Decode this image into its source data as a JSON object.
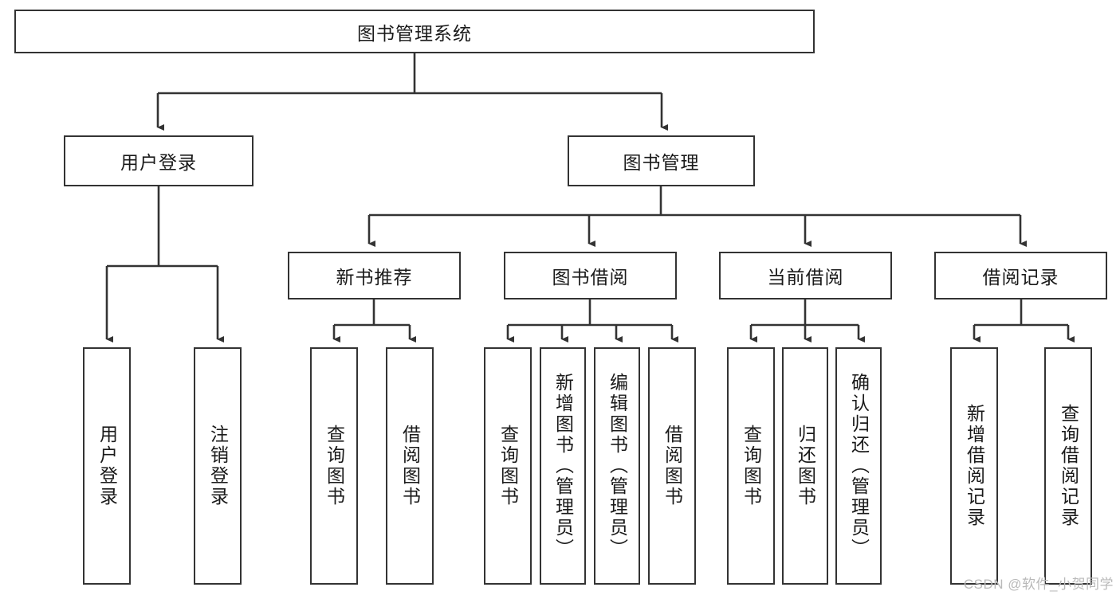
{
  "diagram": {
    "title": "图书管理系统",
    "root": {
      "label": "图书管理系统"
    },
    "level2": [
      {
        "label": "用户登录"
      },
      {
        "label": "图书管理"
      }
    ],
    "level3": [
      {
        "label": "新书推荐"
      },
      {
        "label": "图书借阅"
      },
      {
        "label": "当前借阅"
      },
      {
        "label": "借阅记录"
      }
    ],
    "leaves": {
      "user_login": [
        {
          "label": "用户登录"
        },
        {
          "label": "注销登录"
        }
      ],
      "new_book_recommend": [
        {
          "label": "查询图书"
        },
        {
          "label": "借阅图书"
        }
      ],
      "book_borrow": [
        {
          "label": "查询图书"
        },
        {
          "label": "新增图书（管理员）"
        },
        {
          "label": "编辑图书（管理员）"
        },
        {
          "label": "借阅图书"
        }
      ],
      "current_borrow": [
        {
          "label": "查询图书"
        },
        {
          "label": "归还图书"
        },
        {
          "label": "确认归还（管理员）"
        }
      ],
      "borrow_record": [
        {
          "label": "新增借阅记录"
        },
        {
          "label": "查询借阅记录"
        }
      ]
    },
    "colors": {
      "stroke": "#333333",
      "box_fill": "#ffffff",
      "text": "#1a1a1a",
      "watermark": "#b9b9b9",
      "background": "#ffffff"
    }
  },
  "watermark": {
    "text": "CSDN @软件_小贺同学"
  }
}
